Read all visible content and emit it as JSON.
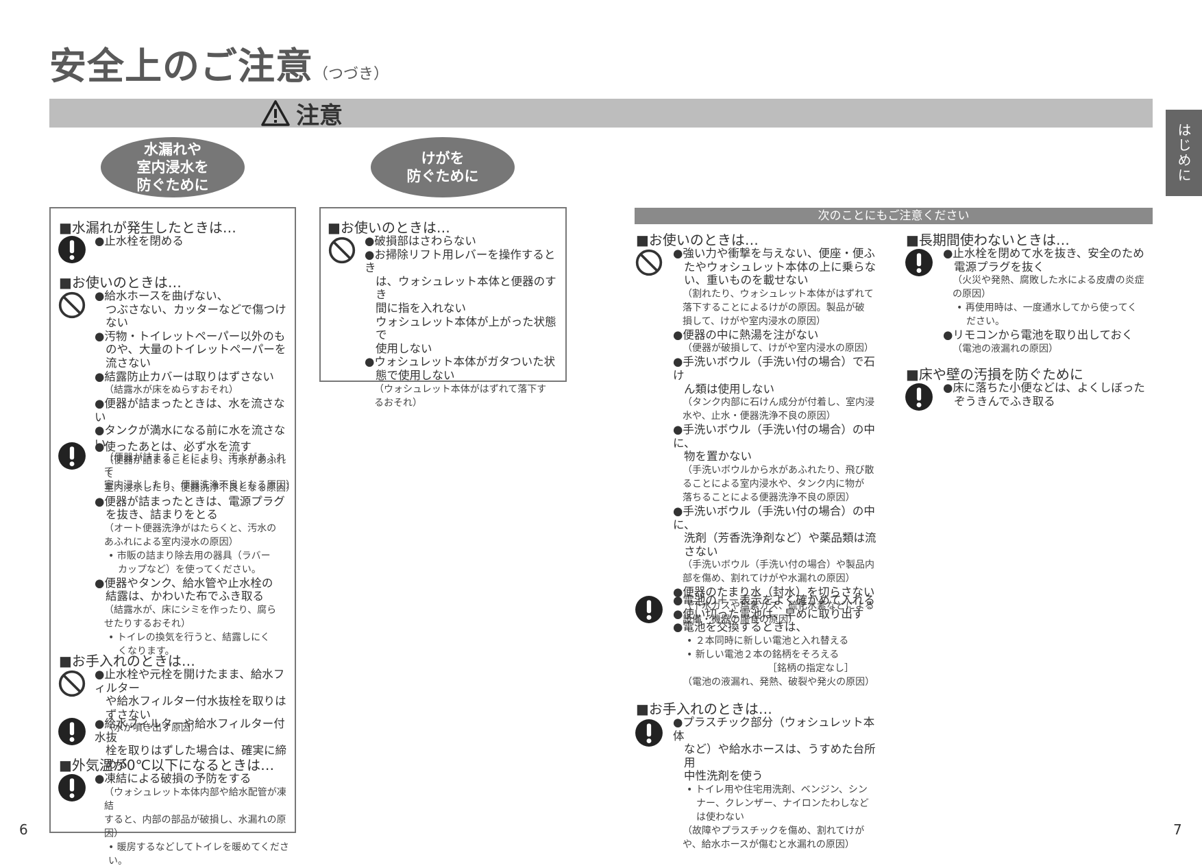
{
  "page_title": "安全上のご注意",
  "page_title_sub": "（つづき）",
  "banner_label": "注意",
  "side_tab_label": "はじめに",
  "oval_water": [
    "水漏れや",
    "室内浸水を",
    "防ぐために"
  ],
  "oval_injury": [
    "けがを",
    "防ぐために"
  ],
  "grey_bar_label": "次のことにもご注意ください",
  "page_left": "6",
  "page_right": "7",
  "col1": {
    "h_leak": "■水漏れが発生したときは…",
    "i_leak_1": "●止水栓を閉める",
    "h_use": "■お使いのときは…",
    "i_use_1a": "●給水ホースを曲げない、",
    "i_use_1b": "つぶさない、カッターなどで傷つけない",
    "i_use_2a": "●汚物・トイレットペーパー以外のも",
    "i_use_2b": "のや、大量のトイレットペーパーを",
    "i_use_2c": "流さない",
    "i_use_3": "●結露防止カバーは取りはずさない",
    "n_use_3": "（結露水が床をぬらすおそれ）",
    "i_use_4": "●便器が詰まったときは、水を流さない",
    "i_use_5": "●タンクが満水になる前に水を流さない",
    "n_use_5a": "（便器が詰まることにより、汚水があふれて",
    "n_use_5b": "室内浸水したり、便器洗浄不良となる原因）",
    "i_use_6": "●使ったあとは、必ず水を流す",
    "n_use_6a": "（便器が詰まることにより、汚水があふれて",
    "n_use_6b": "室内浸水したり、便器洗浄不良となる原因）",
    "i_use_7a": "●便器が詰まったときは、電源プラグ",
    "i_use_7b": "を抜き、詰まりをとる",
    "n_use_7a": "（オート便器洗浄がはたらくと、汚水の",
    "n_use_7b": "あふれによる室内浸水の原因）",
    "s_use_7a": "• 市販の詰まり除去用の器具（ラバー",
    "s_use_7b": "カップなど）を使ってください。",
    "i_use_8a": "●便器やタンク、給水管や止水栓の",
    "i_use_8b": "結露は、かわいた布でふき取る",
    "n_use_8a": "（結露水が、床にシミを作ったり、腐ら",
    "n_use_8b": "せたりするおそれ）",
    "s_use_8a": "• トイレの換気を行うと、結露しにく",
    "s_use_8b": "くなります。",
    "h_care": "■お手入れのときは…",
    "i_care_1a": "●止水栓や元栓を開けたまま、給水フィルター",
    "i_care_1b": "や給水フィルター付水抜栓を取りはずさない",
    "n_care_1": "（水が噴き出す原因）",
    "i_care_2a": "●給水フィルターや給水フィルター付水抜",
    "i_care_2b": "栓を取りはずした場合は、確実に締める",
    "h_cold": "■外気温が0℃以下になるときは…",
    "i_cold_1": "●凍結による破損の予防をする",
    "n_cold_1a": "（ウォシュレット本体内部や給水配管が凍結",
    "n_cold_1b": "すると、内部の部品が破損し、水漏れの原因）",
    "s_cold_1": "• 暖房するなどしてトイレを暖めてください。"
  },
  "col2": {
    "h_use": "■お使いのときは…",
    "i_1": "●破損部はさわらない",
    "i_2a": "●お掃除リフト用レバーを操作するとき",
    "i_2b": "は、ウォシュレット本体と便器のすき",
    "i_2c": "間に指を入れない",
    "i_2d": "ウォシュレット本体が上がった状態で",
    "i_2e": "使用しない",
    "i_3a": "●ウォシュレット本体がガタついた状",
    "i_3b": "態で使用しない",
    "n_3a": "（ウォシュレット本体がはずれて落下す",
    "n_3b": "るおそれ）"
  },
  "col3": {
    "h_use": "■お使いのときは…",
    "i_1a": "●強い力や衝撃を与えない、便座・便ふ",
    "i_1b": "たやウォシュレット本体の上に乗らな",
    "i_1c": "い、重いものを載せない",
    "n_1a": "（割れたり、ウォシュレット本体がはずれて",
    "n_1b": "落下することによるけがの原因。製品が破",
    "n_1c": "損して、けがや室内浸水の原因）",
    "i_2": "●便器の中に熱湯を注がない",
    "n_2": "（便器が破損して、けがや室内浸水の原因）",
    "i_3a": "●手洗いボウル（手洗い付の場合）で石け",
    "i_3b": "ん類は使用しない",
    "n_3a": "（タンク内部に石けん成分が付着し、室内浸",
    "n_3b": "水や、止水・便器洗浄不良の原因）",
    "i_4a": "●手洗いボウル（手洗い付の場合）の中に、",
    "i_4b": "物を置かない",
    "n_4a": "（手洗いボウルから水があふれたり、飛び散",
    "n_4b": "ることによる室内浸水や、タンク内に物が",
    "n_4c": "落ちることによる便器洗浄不良の原因）",
    "i_5a": "●手洗いボウル（手洗い付の場合）の中に、",
    "i_5b": "洗剤（芳香洗浄剤など）や薬品類は流さない",
    "n_5a": "（手洗いボウル（手洗い付の場合）や製品内",
    "n_5b": "部を傷め、割れてけがや水漏れの原因）",
    "i_6": "●便器のたまり水（封水）を切らさない",
    "n_6a": "（下水ガスや塩素ガス、硫化水素などによる",
    "n_6b": "設備・機器の腐食の原因）",
    "i_7": "●電池の＋－表示をよく確かめて入れる",
    "i_8": "●使い切った電池は、早めに取り出す",
    "i_9": "●電池を交換するときは、",
    "s_9a": "• ２本同時に新しい電池と入れ替える",
    "s_9b": "• 新しい電池２本の銘柄をそろえる",
    "s_9c": "［銘柄の指定なし］",
    "n_9": "（電池の液漏れ、発熱、破裂や発火の原因）",
    "h_care": "■お手入れのときは…",
    "i_10a": "●プラスチック部分（ウォシュレット本体",
    "i_10b": "など）や給水ホースは、うすめた台所用",
    "i_10c": "中性洗剤を使う",
    "s_10a": "• トイレ用や住宅用洗剤、ベンジン、シン",
    "s_10b": "ナー、クレンザー、ナイロンたわしなど",
    "s_10c": "は使わない",
    "n_10a": "（故障やプラスチックを傷め、割れてけが",
    "n_10b": "や、給水ホースが傷むと水漏れの原因）"
  },
  "col4": {
    "h_long": "■長期間使わないときは…",
    "i_1a": "●止水栓を閉めて水を抜き、安全のため",
    "i_1b": "電源プラグを抜く",
    "n_1a": "（火災や発熱、腐敗した水による皮膚の炎症",
    "n_1b": "の原因）",
    "s_1a": "• 再使用時は、一度通水してから使ってく",
    "s_1b": "ださい。",
    "i_2": "●リモコンから電池を取り出しておく",
    "n_2": "（電池の液漏れの原因）",
    "h_floor": "■床や壁の汚損を防ぐために",
    "i_3a": "●床に落ちた小便などは、よくしぼった",
    "i_3b": "ぞうきんでふき取る"
  }
}
